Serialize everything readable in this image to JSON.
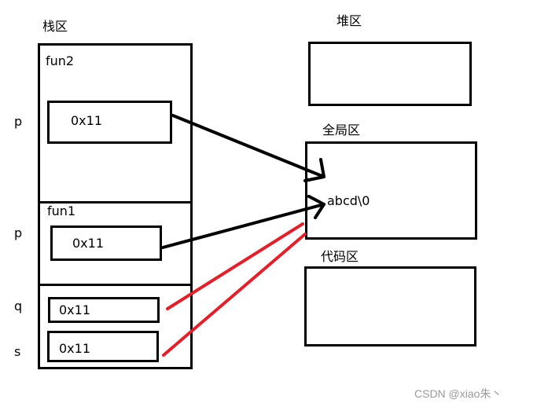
{
  "stack": {
    "title": "栈区",
    "frame_fun2": {
      "name": "fun2",
      "var_label": "p",
      "value": "0x11"
    },
    "frame_fun1": {
      "name": "fun1",
      "var_label": "p",
      "value": "0x11"
    },
    "var_q": {
      "label": "q",
      "value": "0x11"
    },
    "var_s": {
      "label": "s",
      "value": "0x11"
    }
  },
  "heap": {
    "title": "堆区"
  },
  "global": {
    "title": "全局区",
    "content": "abcd\\0"
  },
  "code": {
    "title": "代码区"
  },
  "colors": {
    "black_arrow": "#000000",
    "red_line": "#e0202a"
  },
  "watermark": "CSDN @xiao朱丶"
}
